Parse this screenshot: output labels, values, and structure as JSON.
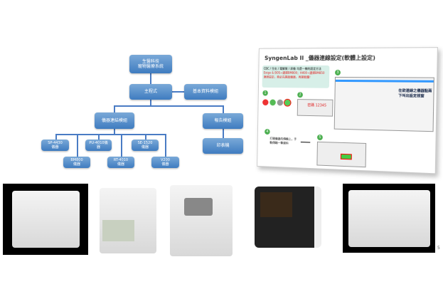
{
  "org": {
    "root": "生醫科技\n寵物醫療系統",
    "main": "主程式",
    "basic": "基本資料模組",
    "instrument": "儀器連結模組",
    "report": "報告模組",
    "printer": "印表機",
    "devices": [
      "SP-4430\n儀器",
      "PU-4010儀\n器",
      "SE-1520\n儀器",
      "BM800\n儀器",
      "RT-4010\n儀器",
      "V200\n儀器"
    ]
  },
  "slide": {
    "title": "SyngenLab II _儀器連線設定(軟體上設定)",
    "note1": "CBC / 生化 / 電解質 / 尿檢 均是一樣的設定方法",
    "note2": "Exigo & BOS→選擇BM800；H400→選擇BM850",
    "note3": "連線設定，務必先開啟儀器，再開軟體！",
    "callout": "在欲連線之儀器點兩下叫出設定視窗",
    "password": "密碼 12345",
    "step4": "打開儀器的傳輸上，手動傳輸一筆資料",
    "steps": [
      "1",
      "2",
      "3",
      "4",
      "5"
    ]
  },
  "page_number": "5"
}
